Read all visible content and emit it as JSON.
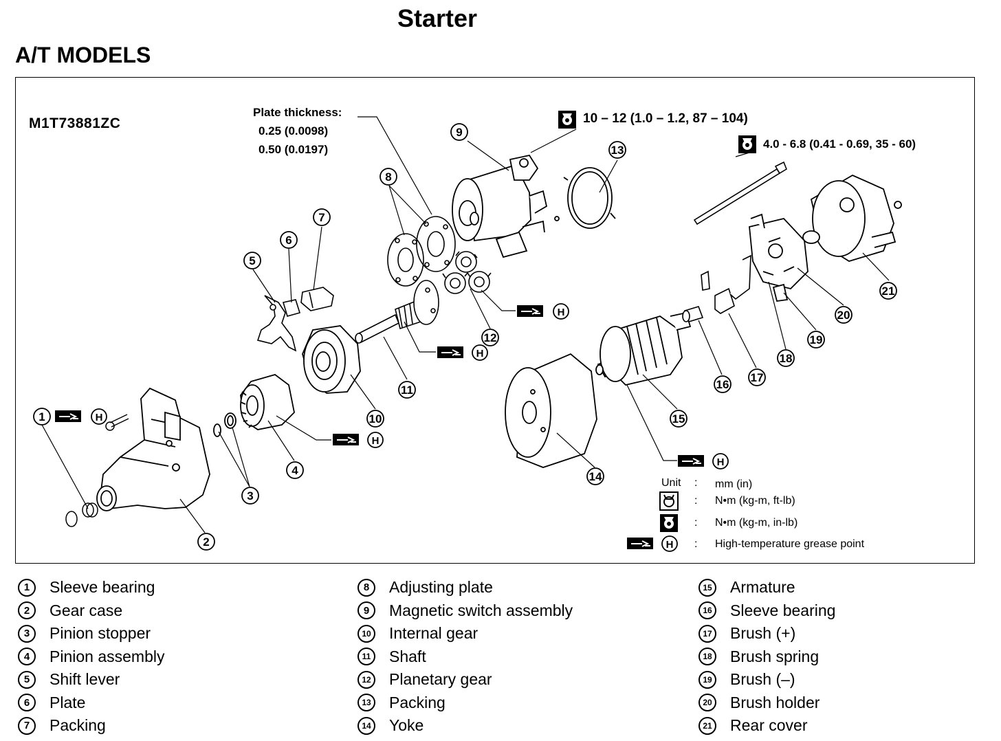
{
  "title": "Starter",
  "subtitle": "A/T MODELS",
  "model_code": "M1T73881ZC",
  "plate_thickness": {
    "label": "Plate thickness:",
    "values": [
      "0.25 (0.0098)",
      "0.50 (0.0197)"
    ]
  },
  "torques": {
    "magnetic_switch": "10 – 12 (1.0 – 1.2, 87 – 104)",
    "through_bolt": "4.0 - 6.8 (0.41 - 0.69, 35 - 60)"
  },
  "units": {
    "unit_label": "Unit",
    "unit_value": "mm (in)",
    "torque_ftlb": "N•m (kg-m, ft-lb)",
    "torque_inlb": "N•m (kg-m, in-lb)",
    "grease": "High-temperature grease point",
    "separator": ":"
  },
  "grease_mark_letter": "H",
  "callouts": [
    "1",
    "2",
    "3",
    "4",
    "5",
    "6",
    "7",
    "8",
    "9",
    "10",
    "11",
    "12",
    "13",
    "14",
    "15",
    "16",
    "17",
    "18",
    "19",
    "20",
    "21"
  ],
  "legend": [
    {
      "num": "1",
      "label": "Sleeve bearing"
    },
    {
      "num": "2",
      "label": "Gear case"
    },
    {
      "num": "3",
      "label": "Pinion stopper"
    },
    {
      "num": "4",
      "label": "Pinion assembly"
    },
    {
      "num": "5",
      "label": "Shift lever"
    },
    {
      "num": "6",
      "label": "Plate"
    },
    {
      "num": "7",
      "label": "Packing"
    },
    {
      "num": "8",
      "label": "Adjusting plate"
    },
    {
      "num": "9",
      "label": "Magnetic switch assembly"
    },
    {
      "num": "10",
      "label": "Internal gear"
    },
    {
      "num": "11",
      "label": "Shaft"
    },
    {
      "num": "12",
      "label": "Planetary gear"
    },
    {
      "num": "13",
      "label": "Packing"
    },
    {
      "num": "14",
      "label": "Yoke"
    },
    {
      "num": "15",
      "label": "Armature"
    },
    {
      "num": "16",
      "label": "Sleeve bearing"
    },
    {
      "num": "17",
      "label": "Brush (+)"
    },
    {
      "num": "18",
      "label": "Brush spring"
    },
    {
      "num": "19",
      "label": "Brush (–)"
    },
    {
      "num": "20",
      "label": "Brush holder"
    },
    {
      "num": "21",
      "label": "Rear cover"
    }
  ]
}
